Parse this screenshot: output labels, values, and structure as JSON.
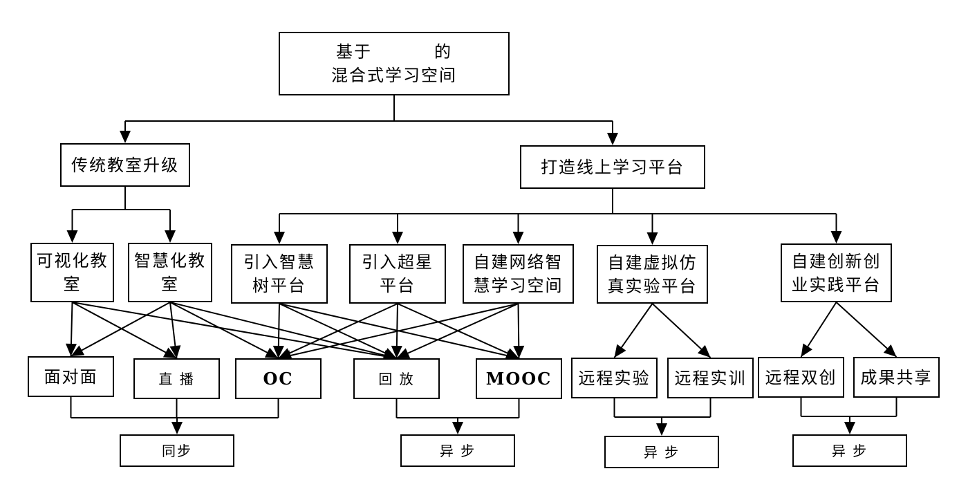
{
  "title": {
    "line1_prefix": "基于",
    "line1_suffix": "的",
    "line2": "混合式学习空间"
  },
  "nodes": {
    "traditional": {
      "label": "传统教室升级"
    },
    "online": {
      "label": "打造线上学习平台"
    },
    "visual_classroom": {
      "lines": [
        "可视化教",
        "室"
      ]
    },
    "smart_classroom": {
      "lines": [
        "智慧化教",
        "室"
      ]
    },
    "zhihuishu": {
      "lines": [
        "引入智慧",
        "树平台"
      ]
    },
    "chaoxing": {
      "lines": [
        "引入超星",
        "平台"
      ]
    },
    "self_network": {
      "lines": [
        "自建网络智",
        "慧学习空间"
      ]
    },
    "virtual_lab": {
      "lines": [
        "自建虚拟仿",
        "真实验平台"
      ]
    },
    "innovation": {
      "lines": [
        "自建创新创",
        "业实践平台"
      ]
    },
    "face_to_face": {
      "label": "面对面"
    },
    "live": {
      "label": "直 播"
    },
    "oc": {
      "label": "OC"
    },
    "replay": {
      "label": "回 放"
    },
    "mooc": {
      "label": "MOOC"
    },
    "remote_experiment": {
      "label": "远程实验"
    },
    "remote_training": {
      "label": "远程实训"
    },
    "remote_innovation": {
      "label": "远程双创"
    },
    "result_sharing": {
      "label": "成果共享"
    },
    "sync": {
      "label": "同步"
    },
    "async_1": {
      "label": "异 步"
    },
    "async_2": {
      "label": "异 步"
    },
    "async_3": {
      "label": "异 步"
    }
  },
  "edges": [
    [
      "title",
      "traditional"
    ],
    [
      "title",
      "online"
    ],
    [
      "traditional",
      "visual_classroom"
    ],
    [
      "traditional",
      "smart_classroom"
    ],
    [
      "online",
      "zhihuishu"
    ],
    [
      "online",
      "chaoxing"
    ],
    [
      "online",
      "self_network"
    ],
    [
      "online",
      "virtual_lab"
    ],
    [
      "online",
      "innovation"
    ],
    [
      "visual_classroom",
      "face_to_face"
    ],
    [
      "visual_classroom",
      "live"
    ],
    [
      "visual_classroom",
      "replay"
    ],
    [
      "smart_classroom",
      "face_to_face"
    ],
    [
      "smart_classroom",
      "live"
    ],
    [
      "smart_classroom",
      "oc"
    ],
    [
      "smart_classroom",
      "replay"
    ],
    [
      "zhihuishu",
      "oc"
    ],
    [
      "zhihuishu",
      "replay"
    ],
    [
      "zhihuishu",
      "mooc"
    ],
    [
      "chaoxing",
      "oc"
    ],
    [
      "chaoxing",
      "replay"
    ],
    [
      "chaoxing",
      "mooc"
    ],
    [
      "self_network",
      "oc"
    ],
    [
      "self_network",
      "replay"
    ],
    [
      "self_network",
      "mooc"
    ],
    [
      "virtual_lab",
      "remote_experiment"
    ],
    [
      "virtual_lab",
      "remote_training"
    ],
    [
      "innovation",
      "remote_innovation"
    ],
    [
      "innovation",
      "result_sharing"
    ]
  ],
  "merges": [
    {
      "from": [
        "face_to_face",
        "live",
        "oc"
      ],
      "to": "sync"
    },
    {
      "from": [
        "replay",
        "mooc"
      ],
      "to": "async_1"
    },
    {
      "from": [
        "remote_experiment",
        "remote_training"
      ],
      "to": "async_2"
    },
    {
      "from": [
        "remote_innovation",
        "result_sharing"
      ],
      "to": "async_3"
    }
  ]
}
